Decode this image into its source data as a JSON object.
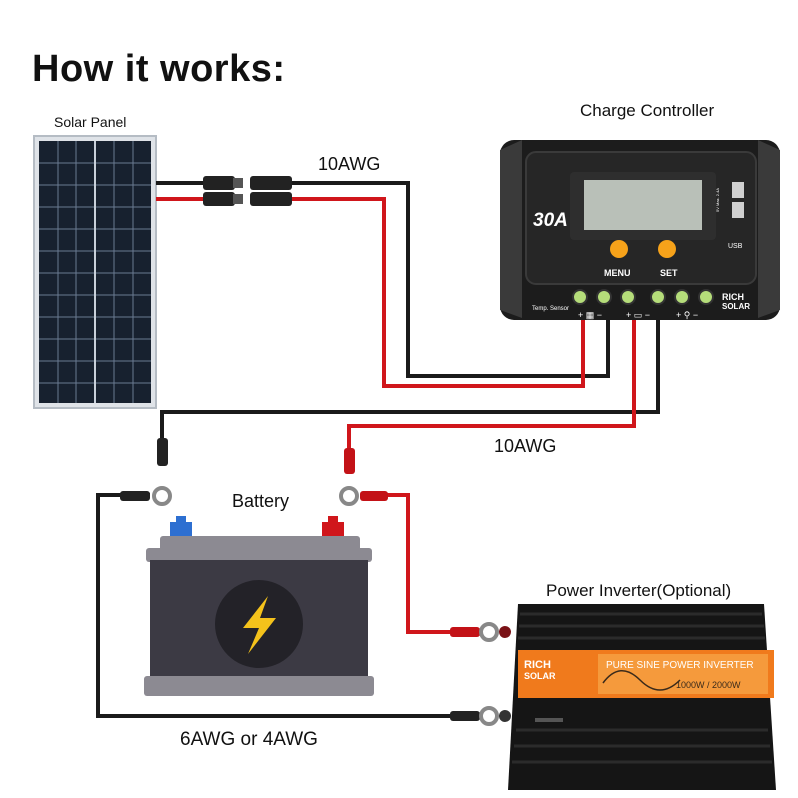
{
  "title": "How it works:",
  "labels": {
    "solar_panel": "Solar Panel",
    "charge_controller": "Charge Controller",
    "battery": "Battery",
    "inverter": "Power Inverter(Optional)",
    "wire_panel_to_controller": "10AWG",
    "wire_controller_to_battery": "10AWG",
    "wire_battery_to_inverter": "6AWG or 4AWG"
  },
  "controller": {
    "rating": "30A",
    "menu_label": "MENU",
    "set_label": "SET",
    "usb_label": "USB",
    "usb_spec": "5V Max. 2.4A",
    "temp_sensor_label": "Temp. Sensor",
    "brand_line1": "RICH",
    "brand_line2": "SOLAR"
  },
  "inverter": {
    "brand_line1": "RICH",
    "brand_line2": "SOLAR",
    "product_name": "PURE SINE POWER INVERTER",
    "power_rating": "1000W / 2000W"
  },
  "colors": {
    "wire_positive": "#d0161b",
    "wire_negative": "#1a1a1a",
    "controller_body": "#1c1c1c",
    "controller_accent": "#f6a21a",
    "battery_body": "#3c3a44",
    "battery_top": "#8c8a92",
    "battery_bolt": "#f4c21b",
    "inverter_accent": "#f07a1c"
  }
}
